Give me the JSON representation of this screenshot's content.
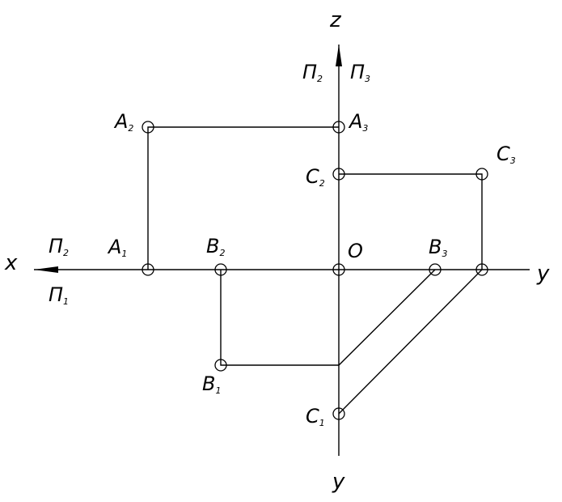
{
  "axes": {
    "x": "x",
    "y_horizontal": "y",
    "y_vertical": "y",
    "z": "z",
    "origin": "O"
  },
  "planes": [
    {
      "main": "Π",
      "sub": "2"
    },
    {
      "main": "Π",
      "sub": "3"
    },
    {
      "main": "Π",
      "sub": "2"
    },
    {
      "main": "Π",
      "sub": "1"
    }
  ],
  "points": [
    {
      "main": "A",
      "sub": "1"
    },
    {
      "main": "A",
      "sub": "2"
    },
    {
      "main": "A",
      "sub": "3"
    },
    {
      "main": "B",
      "sub": "1"
    },
    {
      "main": "B",
      "sub": "2"
    },
    {
      "main": "B",
      "sub": "3"
    },
    {
      "main": "C",
      "sub": "1"
    },
    {
      "main": "C",
      "sub": "2"
    },
    {
      "main": "C",
      "sub": "3"
    }
  ]
}
